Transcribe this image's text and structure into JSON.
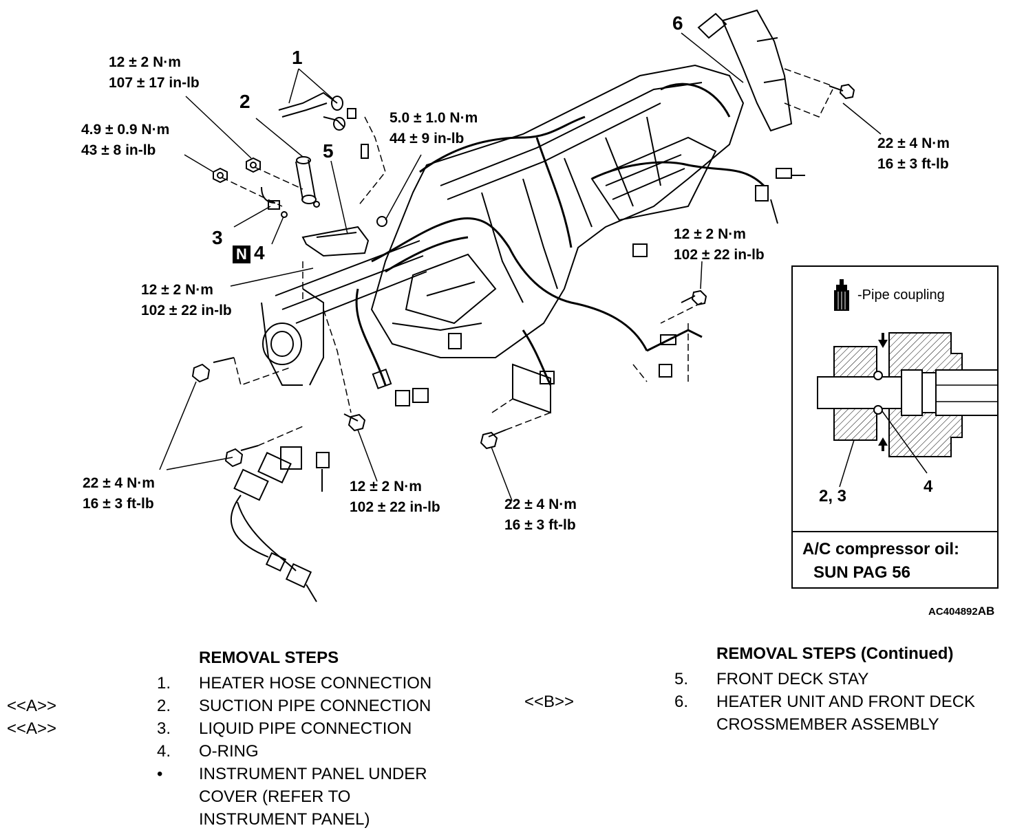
{
  "callouts": {
    "c1": "1",
    "c2": "2",
    "c3": "3",
    "c4_prefix": "N",
    "c4": "4",
    "c5": "5",
    "c6": "6"
  },
  "torques": {
    "t_top_left": [
      "12 ± 2 N·m",
      "107 ± 17 in-lb"
    ],
    "t_left": [
      "4.9 ± 0.9 N·m",
      "43 ± 8 in-lb"
    ],
    "t_stay": [
      "5.0 ± 1.0 N·m",
      "44 ± 9 in-lb"
    ],
    "t_right_top": [
      "22 ± 4 N·m",
      "16 ± 3 ft-lb"
    ],
    "t_right_mid": [
      "12 ± 2 N·m",
      "102 ± 22 in-lb"
    ],
    "t_mid_left": [
      "12 ± 2 N·m",
      "102 ± 22 in-lb"
    ],
    "t_bottom_left": [
      "22 ± 4 N·m",
      "16 ± 3 ft-lb"
    ],
    "t_bottom_center": [
      "12 ± 2 N·m",
      "102 ± 22 in-lb"
    ],
    "t_bottom_right": [
      "22 ± 4 N·m",
      "16 ± 3 ft-lb"
    ]
  },
  "inset": {
    "legend": "-Pipe coupling",
    "label_23": "2, 3",
    "label_4": "4",
    "oil_line1": "A/C compressor oil:",
    "oil_line2": "SUN PAG 56"
  },
  "figure_id": {
    "main": "AC404892",
    "suffix": "AB"
  },
  "removal_left": {
    "title": "REMOVAL STEPS",
    "steps": [
      {
        "mark": "",
        "num": "1.",
        "text": [
          "HEATER HOSE CONNECTION"
        ]
      },
      {
        "mark": "<<A>>",
        "num": "2.",
        "text": [
          "SUCTION PIPE CONNECTION"
        ]
      },
      {
        "mark": "<<A>>",
        "num": "3.",
        "text": [
          "LIQUID PIPE CONNECTION"
        ]
      },
      {
        "mark": "",
        "num": "4.",
        "text": [
          "O-RING"
        ]
      },
      {
        "mark": "",
        "num": "•",
        "text": [
          "INSTRUMENT PANEL UNDER",
          "COVER (REFER TO",
          "INSTRUMENT PANEL)"
        ]
      }
    ]
  },
  "removal_right": {
    "title": "REMOVAL STEPS (Continued)",
    "steps": [
      {
        "mark": "",
        "num": "5.",
        "text": [
          "FRONT DECK STAY"
        ]
      },
      {
        "mark": "<<B>>",
        "num": "6.",
        "text": [
          "HEATER UNIT AND FRONT DECK",
          "CROSSMEMBER ASSEMBLY"
        ]
      }
    ]
  }
}
